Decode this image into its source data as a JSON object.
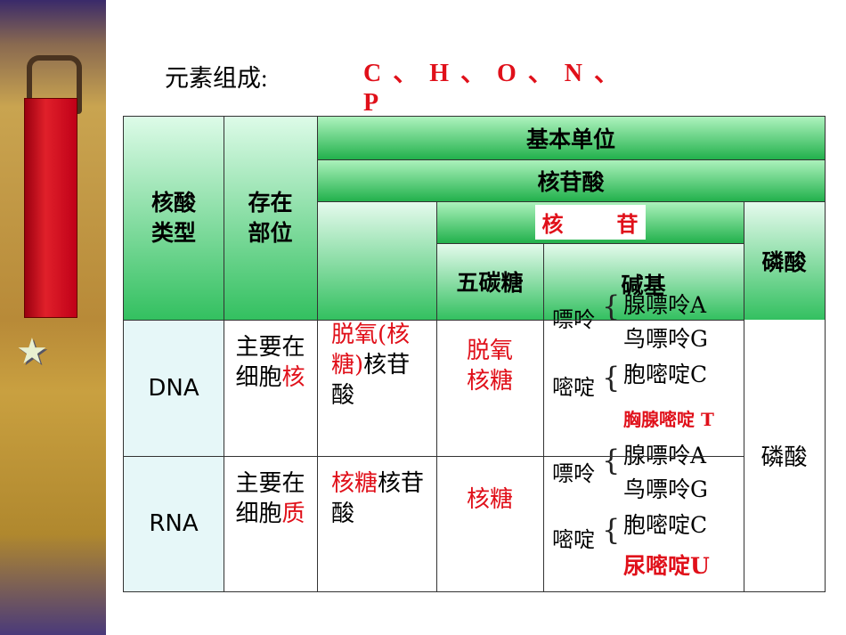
{
  "title": "元素组成:",
  "elements": "C 、 H 、 O 、 N 、 P",
  "table": {
    "header_type": "核酸类型",
    "header_location": "存在部位",
    "basic_unit": "基本单位",
    "nucleotide": "核苷酸",
    "nucleoside_left": "核",
    "nucleoside_right": "苷",
    "phosphate_header": "磷酸",
    "sugar_header": "五碳糖",
    "base_header": "碱基",
    "dna": {
      "type": "DNA",
      "location_prefix": "主要在细胞",
      "location_highlight": "核",
      "nucleotide_highlight": "脱氧(核糖)",
      "nucleotide_suffix": "核苷酸",
      "sugar": "脱氧核糖",
      "purine_label": "嘌呤",
      "pyrimidine_label": "嘧啶",
      "purine_a": "腺嘌呤A",
      "purine_g": "鸟嘌呤G",
      "pyrimidine_c": "胞嘧啶C",
      "pyrimidine_t": "胸腺嘧啶 T"
    },
    "rna": {
      "type": "RNA",
      "location_prefix": "主要在细胞",
      "location_highlight": "质",
      "nucleotide_highlight": "核糖",
      "nucleotide_suffix": "核苷酸",
      "sugar": "核糖",
      "purine_label": "嘌呤",
      "pyrimidine_label": "嘧啶",
      "purine_a": "腺嘌呤A",
      "purine_g": "鸟嘌呤G",
      "pyrimidine_c": "胞嘧啶C",
      "pyrimidine_u": "尿嘧啶U"
    },
    "phosphate_value": "磷酸"
  },
  "colors": {
    "header_green_dark": "#22b14c",
    "header_green_light": "#b8f0c8",
    "row_label_bg": "#e6f7f8",
    "accent_red": "#e0101a"
  }
}
